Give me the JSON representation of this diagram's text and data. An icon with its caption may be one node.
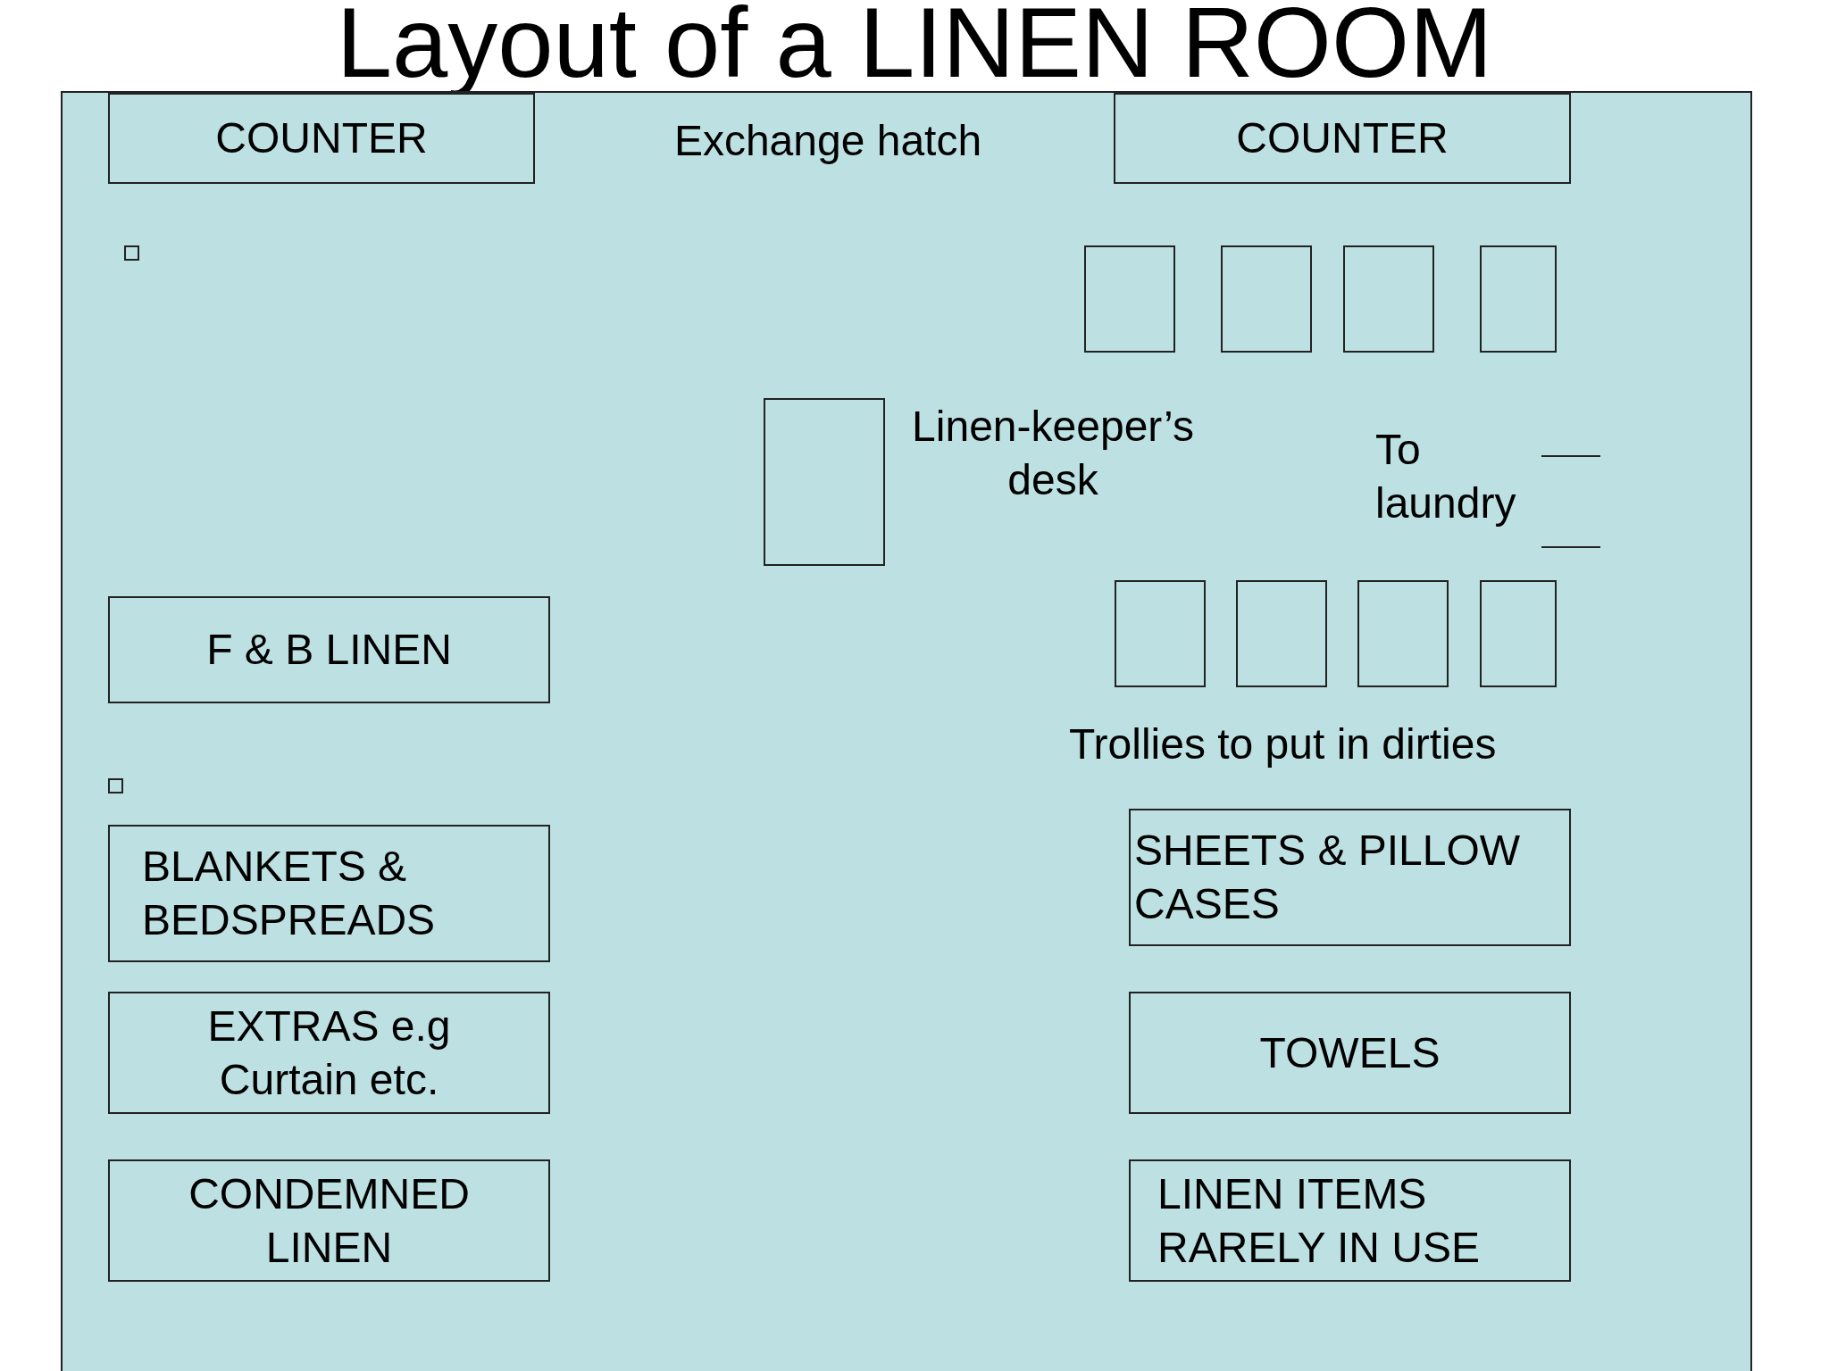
{
  "diagram": {
    "title": "Layout of a LINEN ROOM",
    "nodes": [
      {
        "text": [],
        "shape": "box"
      },
      {
        "text": [
          "COUNTER"
        ],
        "in": 0
      },
      {
        "text": [
          "COUNTER"
        ],
        "in": 0
      },
      {
        "text": [],
        "shape": "box",
        "in": 0
      },
      {
        "text": [],
        "shape": "box",
        "in": 0
      },
      {
        "text": [],
        "shape": "box",
        "in": 0
      },
      {
        "text": [],
        "shape": "box",
        "in": 0
      },
      {
        "text": [],
        "shape": "box",
        "in": 0
      },
      {
        "text": [],
        "shape": "box",
        "in": 0,
        "beside": [
          "Linen-keeper’s desk"
        ]
      },
      {
        "text": [],
        "shape": "box",
        "in": 0
      },
      {
        "text": [],
        "shape": "box",
        "in": 0
      },
      {
        "text": [],
        "shape": "box",
        "in": 0
      },
      {
        "text": [],
        "shape": "box",
        "in": 0
      },
      {
        "text": [
          "F & B LINEN"
        ],
        "in": 0
      },
      {
        "text": [],
        "shape": "box",
        "in": 0
      },
      {
        "text": [
          "BLANKETS & BEDSPREADS"
        ],
        "in": 0
      },
      {
        "text": [
          "SHEETS & PILLOW CASES"
        ],
        "in": 0
      },
      {
        "text": [
          "EXTRAS e.g Curtain etc."
        ],
        "in": 0
      },
      {
        "text": [
          "TOWELS"
        ],
        "in": 0
      },
      {
        "text": [
          "CONDEMNED LINEN"
        ],
        "in": 0
      },
      {
        "text": [
          "LINEN ITEMS RARELY IN USE"
        ],
        "in": 0
      }
    ],
    "labels": [
      "Exchange hatch",
      "To laundry",
      "Trollies to put in dirties"
    ]
  }
}
